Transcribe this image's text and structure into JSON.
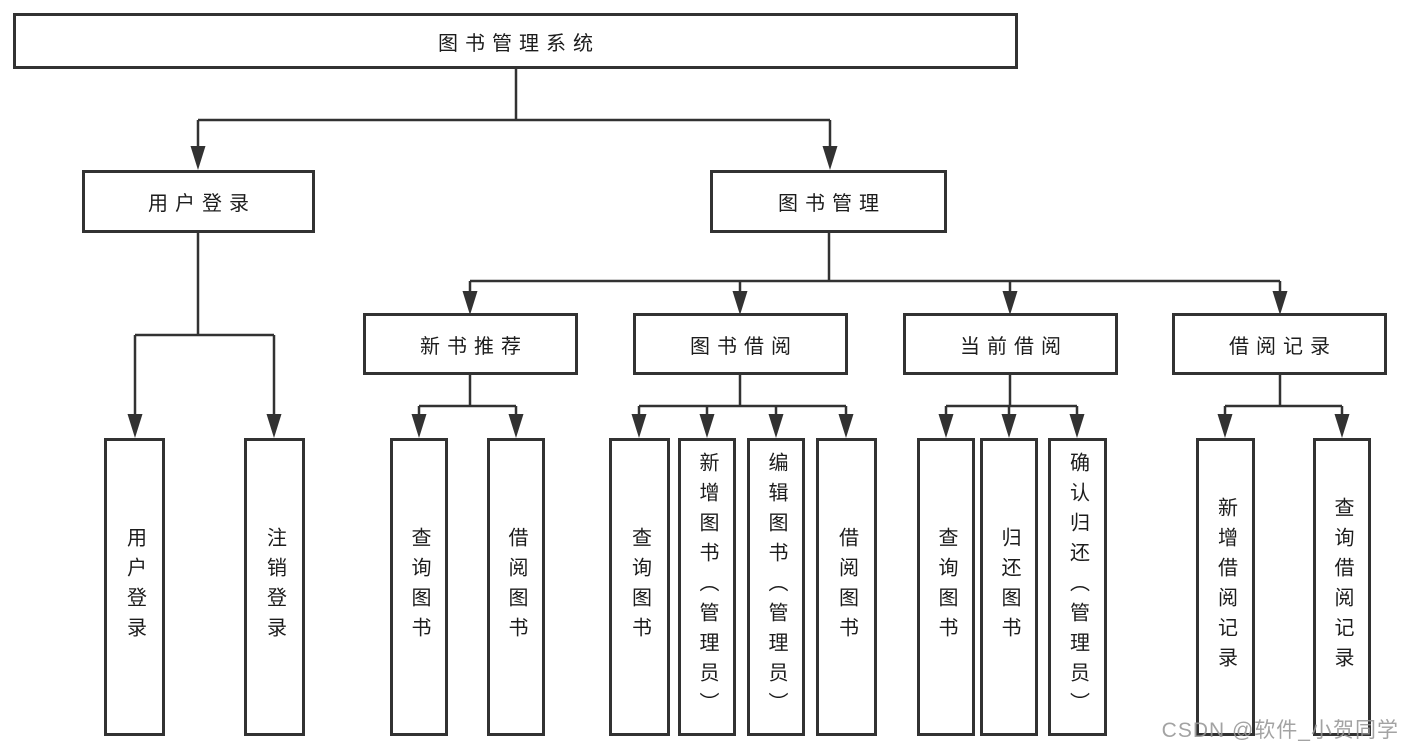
{
  "diagram": {
    "title_node": {
      "label": "图书管理系统"
    },
    "level2": [
      {
        "label": "用户登录"
      },
      {
        "label": "图书管理"
      }
    ],
    "level3": [
      {
        "label": "新书推荐"
      },
      {
        "label": "图书借阅"
      },
      {
        "label": "当前借阅"
      },
      {
        "label": "借阅记录"
      }
    ],
    "leaves": [
      {
        "label": "用户登录"
      },
      {
        "label": "注销登录"
      },
      {
        "label": "查询图书"
      },
      {
        "label": "借阅图书"
      },
      {
        "label": "查询图书"
      },
      {
        "label": "新增图书（管理员）"
      },
      {
        "label": "编辑图书（管理员）"
      },
      {
        "label": "借阅图书"
      },
      {
        "label": "查询图书"
      },
      {
        "label": "归还图书"
      },
      {
        "label": "确认归还（管理员）"
      },
      {
        "label": "新增借阅记录"
      },
      {
        "label": "查询借阅记录"
      }
    ],
    "colors": {
      "line": "#323232",
      "box_border": "#323232",
      "text": "#1c1c1c",
      "watermark": "#969696",
      "background": "#ffffff"
    }
  },
  "watermark": {
    "text": "CSDN @软件_小贺同学"
  }
}
